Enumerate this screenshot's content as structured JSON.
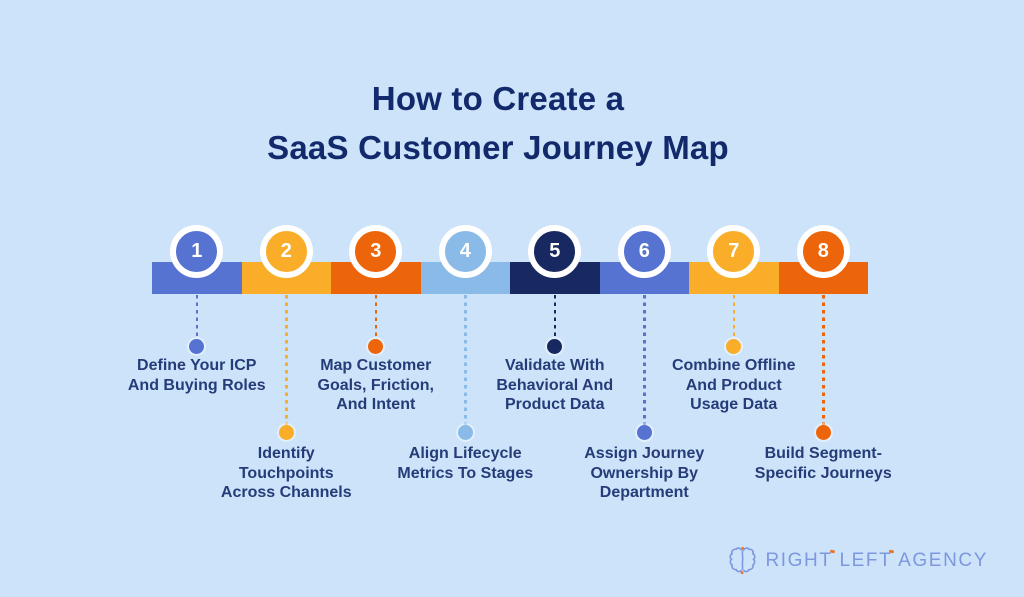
{
  "title": {
    "line1": "How to Create a",
    "line2": "SaaS Customer Journey Map"
  },
  "steps": [
    {
      "number": "1",
      "color": "#5673D1",
      "label_lines": [
        "Define Your ICP",
        "And Buying Roles"
      ]
    },
    {
      "number": "2",
      "color": "#F9AD29",
      "label_lines": [
        "Identify",
        "Touchpoints",
        "Across Channels"
      ]
    },
    {
      "number": "3",
      "color": "#ED650A",
      "label_lines": [
        "Map Customer",
        "Goals, Friction,",
        "And Intent"
      ]
    },
    {
      "number": "4",
      "color": "#8ABAE8",
      "label_lines": [
        "Align Lifecycle",
        "Metrics To Stages"
      ]
    },
    {
      "number": "5",
      "color": "#182861",
      "label_lines": [
        "Validate With",
        "Behavioral And",
        "Product Data"
      ]
    },
    {
      "number": "6",
      "color": "#5673D1",
      "label_lines": [
        "Assign Journey",
        "Ownership By",
        "Department"
      ]
    },
    {
      "number": "7",
      "color": "#F9AD29",
      "label_lines": [
        "Combine Offline",
        "And Product",
        "Usage Data"
      ]
    },
    {
      "number": "8",
      "color": "#ED650A",
      "label_lines": [
        "Build Segment-",
        "Specific Journeys"
      ]
    }
  ],
  "footer": {
    "logo_text": "RIGHT LEFT AGENCY",
    "logo_icon": "brain-icon"
  },
  "colors": {
    "background": "#CCE3FA",
    "title_text": "#12296B",
    "label_text": "#253C78",
    "circle_ring": "#FFFFFF",
    "number_text": "#FFFFFF",
    "logo_blue": "#7E97DD",
    "logo_accent": "#E8772B"
  }
}
